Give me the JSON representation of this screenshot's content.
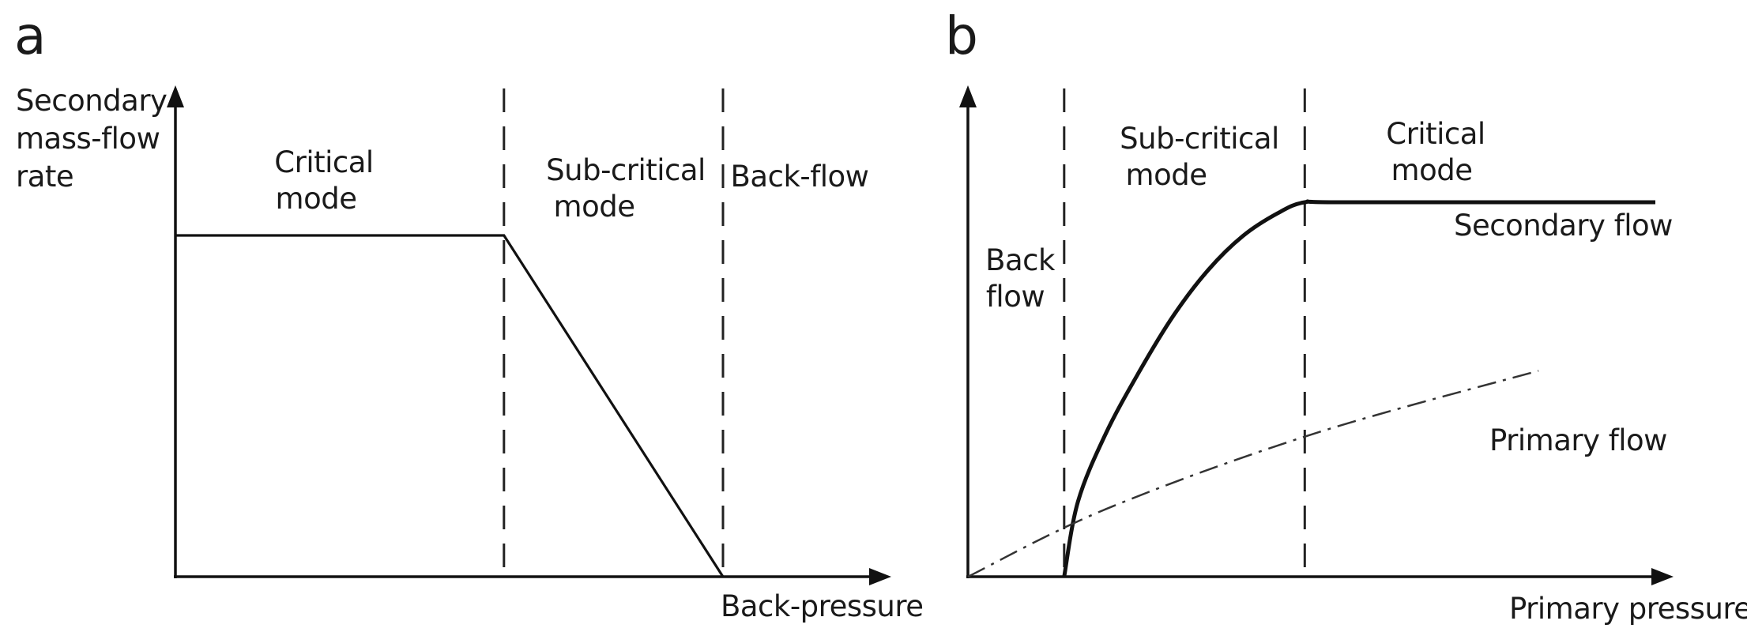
{
  "chart_data": [
    {
      "type": "line",
      "panel_label": "a",
      "ylabel_lines": [
        "Secondary",
        "mass-flow",
        "rate"
      ],
      "xlabel": "Back-pressure",
      "regions": [
        {
          "label_lines": [
            "Critical",
            "mode"
          ]
        },
        {
          "label_lines": [
            "Sub-critical",
            "mode"
          ]
        },
        {
          "label_lines": [
            "Back-flow"
          ]
        }
      ],
      "boundaries": [
        0.6,
        1.0
      ],
      "series": [
        {
          "values": [
            [
              0,
              0.9
            ],
            [
              0.6,
              0.9
            ],
            [
              1.0,
              0
            ]
          ],
          "style": "solid"
        }
      ],
      "xlim": [
        0,
        1.32
      ],
      "ylim": [
        0,
        1.3
      ]
    },
    {
      "type": "line",
      "panel_label": "b",
      "xlabel": "Primary pressure",
      "regions": [
        {
          "label_lines": [
            "Back",
            "flow"
          ]
        },
        {
          "label_lines": [
            "Sub-critical",
            "mode"
          ]
        },
        {
          "label_lines": [
            "Critical",
            "mode"
          ]
        }
      ],
      "boundaries": [
        0.14,
        0.49
      ],
      "series": [
        {
          "name": "Secondary flow",
          "style": "solid",
          "values": [
            [
              0.14,
              0
            ],
            [
              0.16,
              0.2
            ],
            [
              0.2,
              0.38
            ],
            [
              0.25,
              0.55
            ],
            [
              0.3,
              0.7
            ],
            [
              0.35,
              0.82
            ],
            [
              0.4,
              0.91
            ],
            [
              0.45,
              0.97
            ],
            [
              0.49,
              1.0
            ],
            [
              0.55,
              1.0
            ],
            [
              1.0,
              1.0
            ]
          ]
        },
        {
          "name": "Primary flow",
          "style": "dash-dot",
          "values": [
            [
              0,
              0
            ],
            [
              0.2,
              0.18
            ],
            [
              0.5,
              0.38
            ],
            [
              0.83,
              0.55
            ]
          ]
        }
      ],
      "xlim": [
        0,
        1.15
      ],
      "ylim": [
        0,
        1.45
      ]
    }
  ]
}
